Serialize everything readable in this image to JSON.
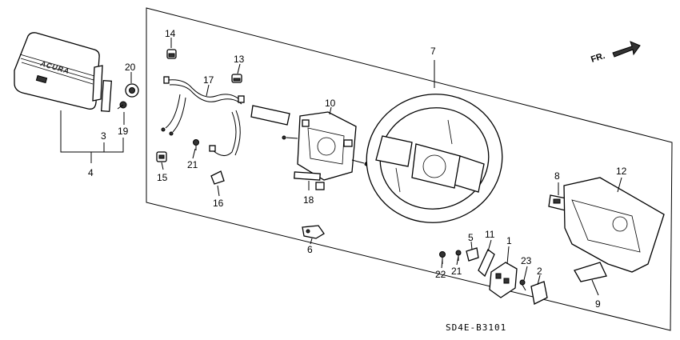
{
  "brand_mark": "ACURA",
  "diagram_code": "SD4E-B3101",
  "direction_label": "FR.",
  "callouts": {
    "c1": "1",
    "c2": "2",
    "c3": "3",
    "c4": "4",
    "c5": "5",
    "c6": "6",
    "c7": "7",
    "c8": "8",
    "c9": "9",
    "c10": "10",
    "c11": "11",
    "c12": "12",
    "c13": "13",
    "c14": "14",
    "c15": "15",
    "c16": "16",
    "c17": "17",
    "c18": "18",
    "c19": "19",
    "c20": "20",
    "c21a": "21",
    "c21b": "21",
    "c22": "22",
    "c23": "23"
  }
}
